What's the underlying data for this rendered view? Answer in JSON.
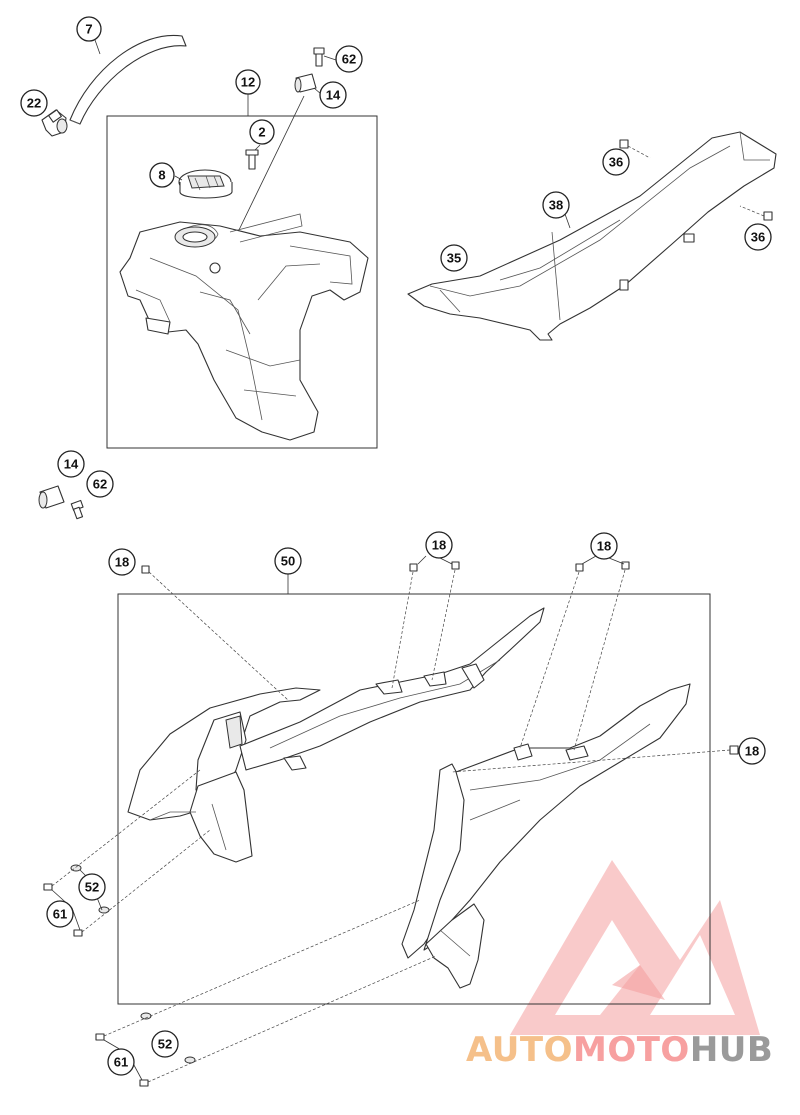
{
  "callouts": {
    "c7": "7",
    "c22": "22",
    "c12": "12",
    "c62a": "62",
    "c14a": "14",
    "c2": "2",
    "c8": "8",
    "c36a": "36",
    "c38": "38",
    "c35": "35",
    "c36b": "36",
    "c14b": "14",
    "c62b": "62",
    "c18a": "18",
    "c50": "50",
    "c18b": "18",
    "c18c": "18",
    "c18d": "18",
    "c52a": "52",
    "c61a": "61",
    "c52b": "52",
    "c61b": "61"
  },
  "watermark": {
    "part1": "AUTO",
    "part2": "MOTO",
    "part3": "HUB",
    "colors": {
      "auto": "#f5c08a",
      "moto": "#f7a0a0",
      "hub": "#9a9a9a",
      "triangle": "#f08080"
    }
  }
}
